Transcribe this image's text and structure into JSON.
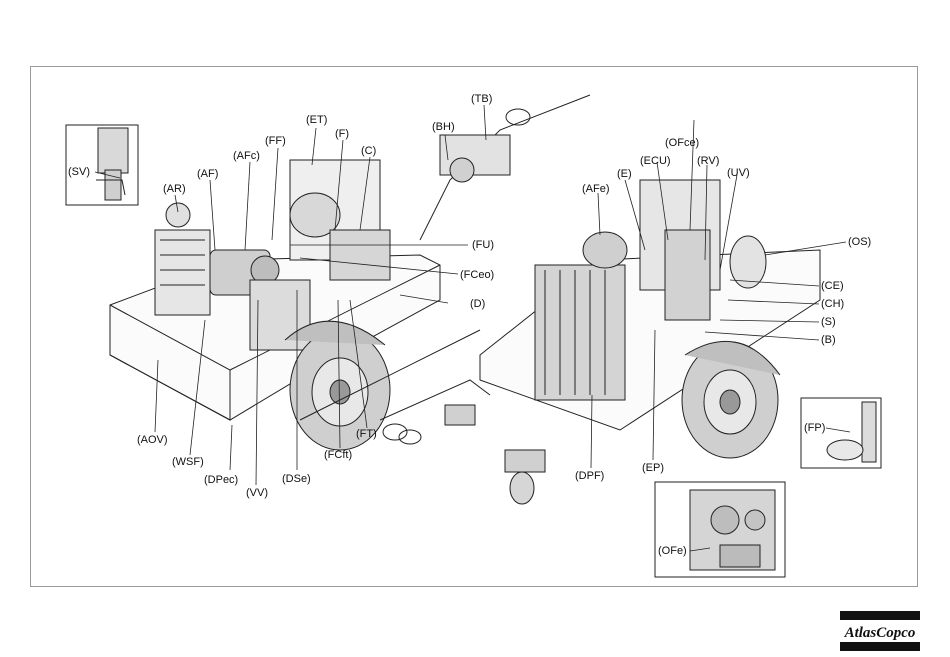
{
  "labels": {
    "SV": "(SV)",
    "AR": "(AR)",
    "AF": "(AF)",
    "AFc": "(AFc)",
    "FF": "(FF)",
    "ET": "(ET)",
    "F": "(F)",
    "C": "(C)",
    "BH": "(BH)",
    "TB": "(TB)",
    "FU": "(FU)",
    "FCeo": "(FCeo)",
    "D": "(D)",
    "AOV": "(AOV)",
    "WSF": "(WSF)",
    "DPec": "(DPec)",
    "VV": "(VV)",
    "DSe": "(DSe)",
    "FCft": "(FCft)",
    "FT": "(FT)",
    "OFce": "(OFce)",
    "ECU": "(ECU)",
    "RV": "(RV)",
    "UV": "(UV)",
    "E": "(E)",
    "AFe": "(AFe)",
    "OS": "(OS)",
    "CE": "(CE)",
    "CH": "(CH)",
    "S": "(S)",
    "B": "(B)",
    "FP": "(FP)",
    "EP": "(EP)",
    "DPF": "(DPF)",
    "OFe": "(OFe)"
  },
  "brand": {
    "logo_text": "AtlasCopco"
  }
}
